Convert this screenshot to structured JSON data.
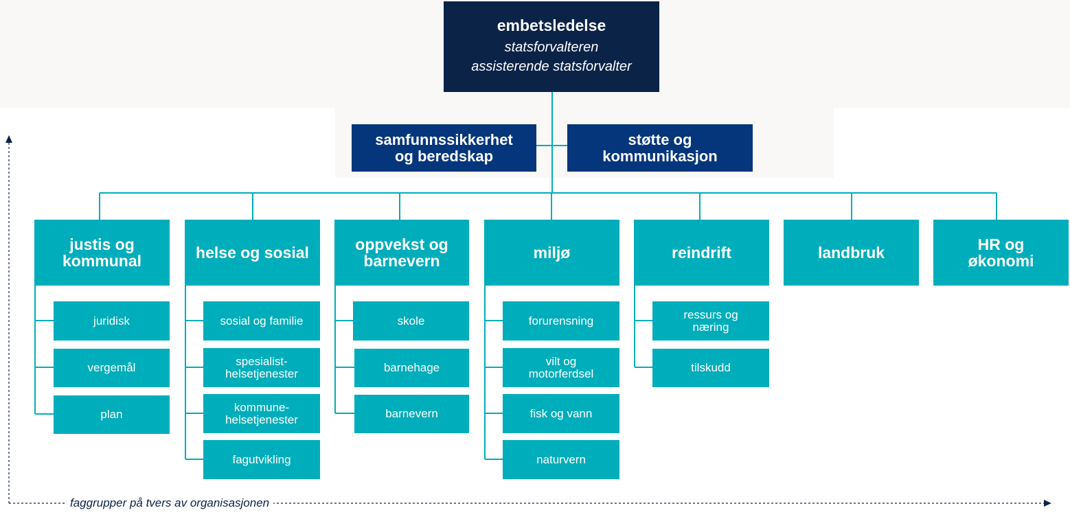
{
  "top": {
    "title": "embetsledelse",
    "line1": "statsforvalteren",
    "line2": "assisterende statsforvalter"
  },
  "staff": [
    {
      "line1": "samfunnssikkerhet",
      "line2": "og beredskap"
    },
    {
      "line1": "støtte og",
      "line2": "kommunikasjon"
    }
  ],
  "departments": [
    {
      "line1": "justis og",
      "line2": "kommunal",
      "units": [
        {
          "line1": "juridisk",
          "line2": ""
        },
        {
          "line1": "vergemål",
          "line2": ""
        },
        {
          "line1": "plan",
          "line2": ""
        }
      ]
    },
    {
      "line1": "helse og sosial",
      "line2": "",
      "units": [
        {
          "line1": "sosial og familie",
          "line2": ""
        },
        {
          "line1": "spesialist-",
          "line2": "helsetjenester"
        },
        {
          "line1": "kommune-",
          "line2": "helsetjenester"
        },
        {
          "line1": "fagutvikling",
          "line2": ""
        }
      ]
    },
    {
      "line1": "oppvekst og",
      "line2": "barnevern",
      "units": [
        {
          "line1": "skole",
          "line2": ""
        },
        {
          "line1": "barnehage",
          "line2": ""
        },
        {
          "line1": "barnevern",
          "line2": ""
        }
      ]
    },
    {
      "line1": "miljø",
      "line2": "",
      "units": [
        {
          "line1": "forurensning",
          "line2": ""
        },
        {
          "line1": "vilt og",
          "line2": "motorferdsel"
        },
        {
          "line1": "fisk og vann",
          "line2": ""
        },
        {
          "line1": "naturvern",
          "line2": ""
        }
      ]
    },
    {
      "line1": "reindrift",
      "line2": "",
      "units": [
        {
          "line1": "ressurs og",
          "line2": "næring"
        },
        {
          "line1": "tilskudd",
          "line2": ""
        }
      ]
    },
    {
      "line1": "landbruk",
      "line2": "",
      "units": []
    },
    {
      "line1": "HR og",
      "line2": "økonomi",
      "units": []
    }
  ],
  "footer": "faggrupper på tvers av organisasjonen",
  "colors": {
    "top": "#0b2347",
    "staff": "#05367b",
    "department": "#00adba",
    "connector": "#00adba"
  }
}
